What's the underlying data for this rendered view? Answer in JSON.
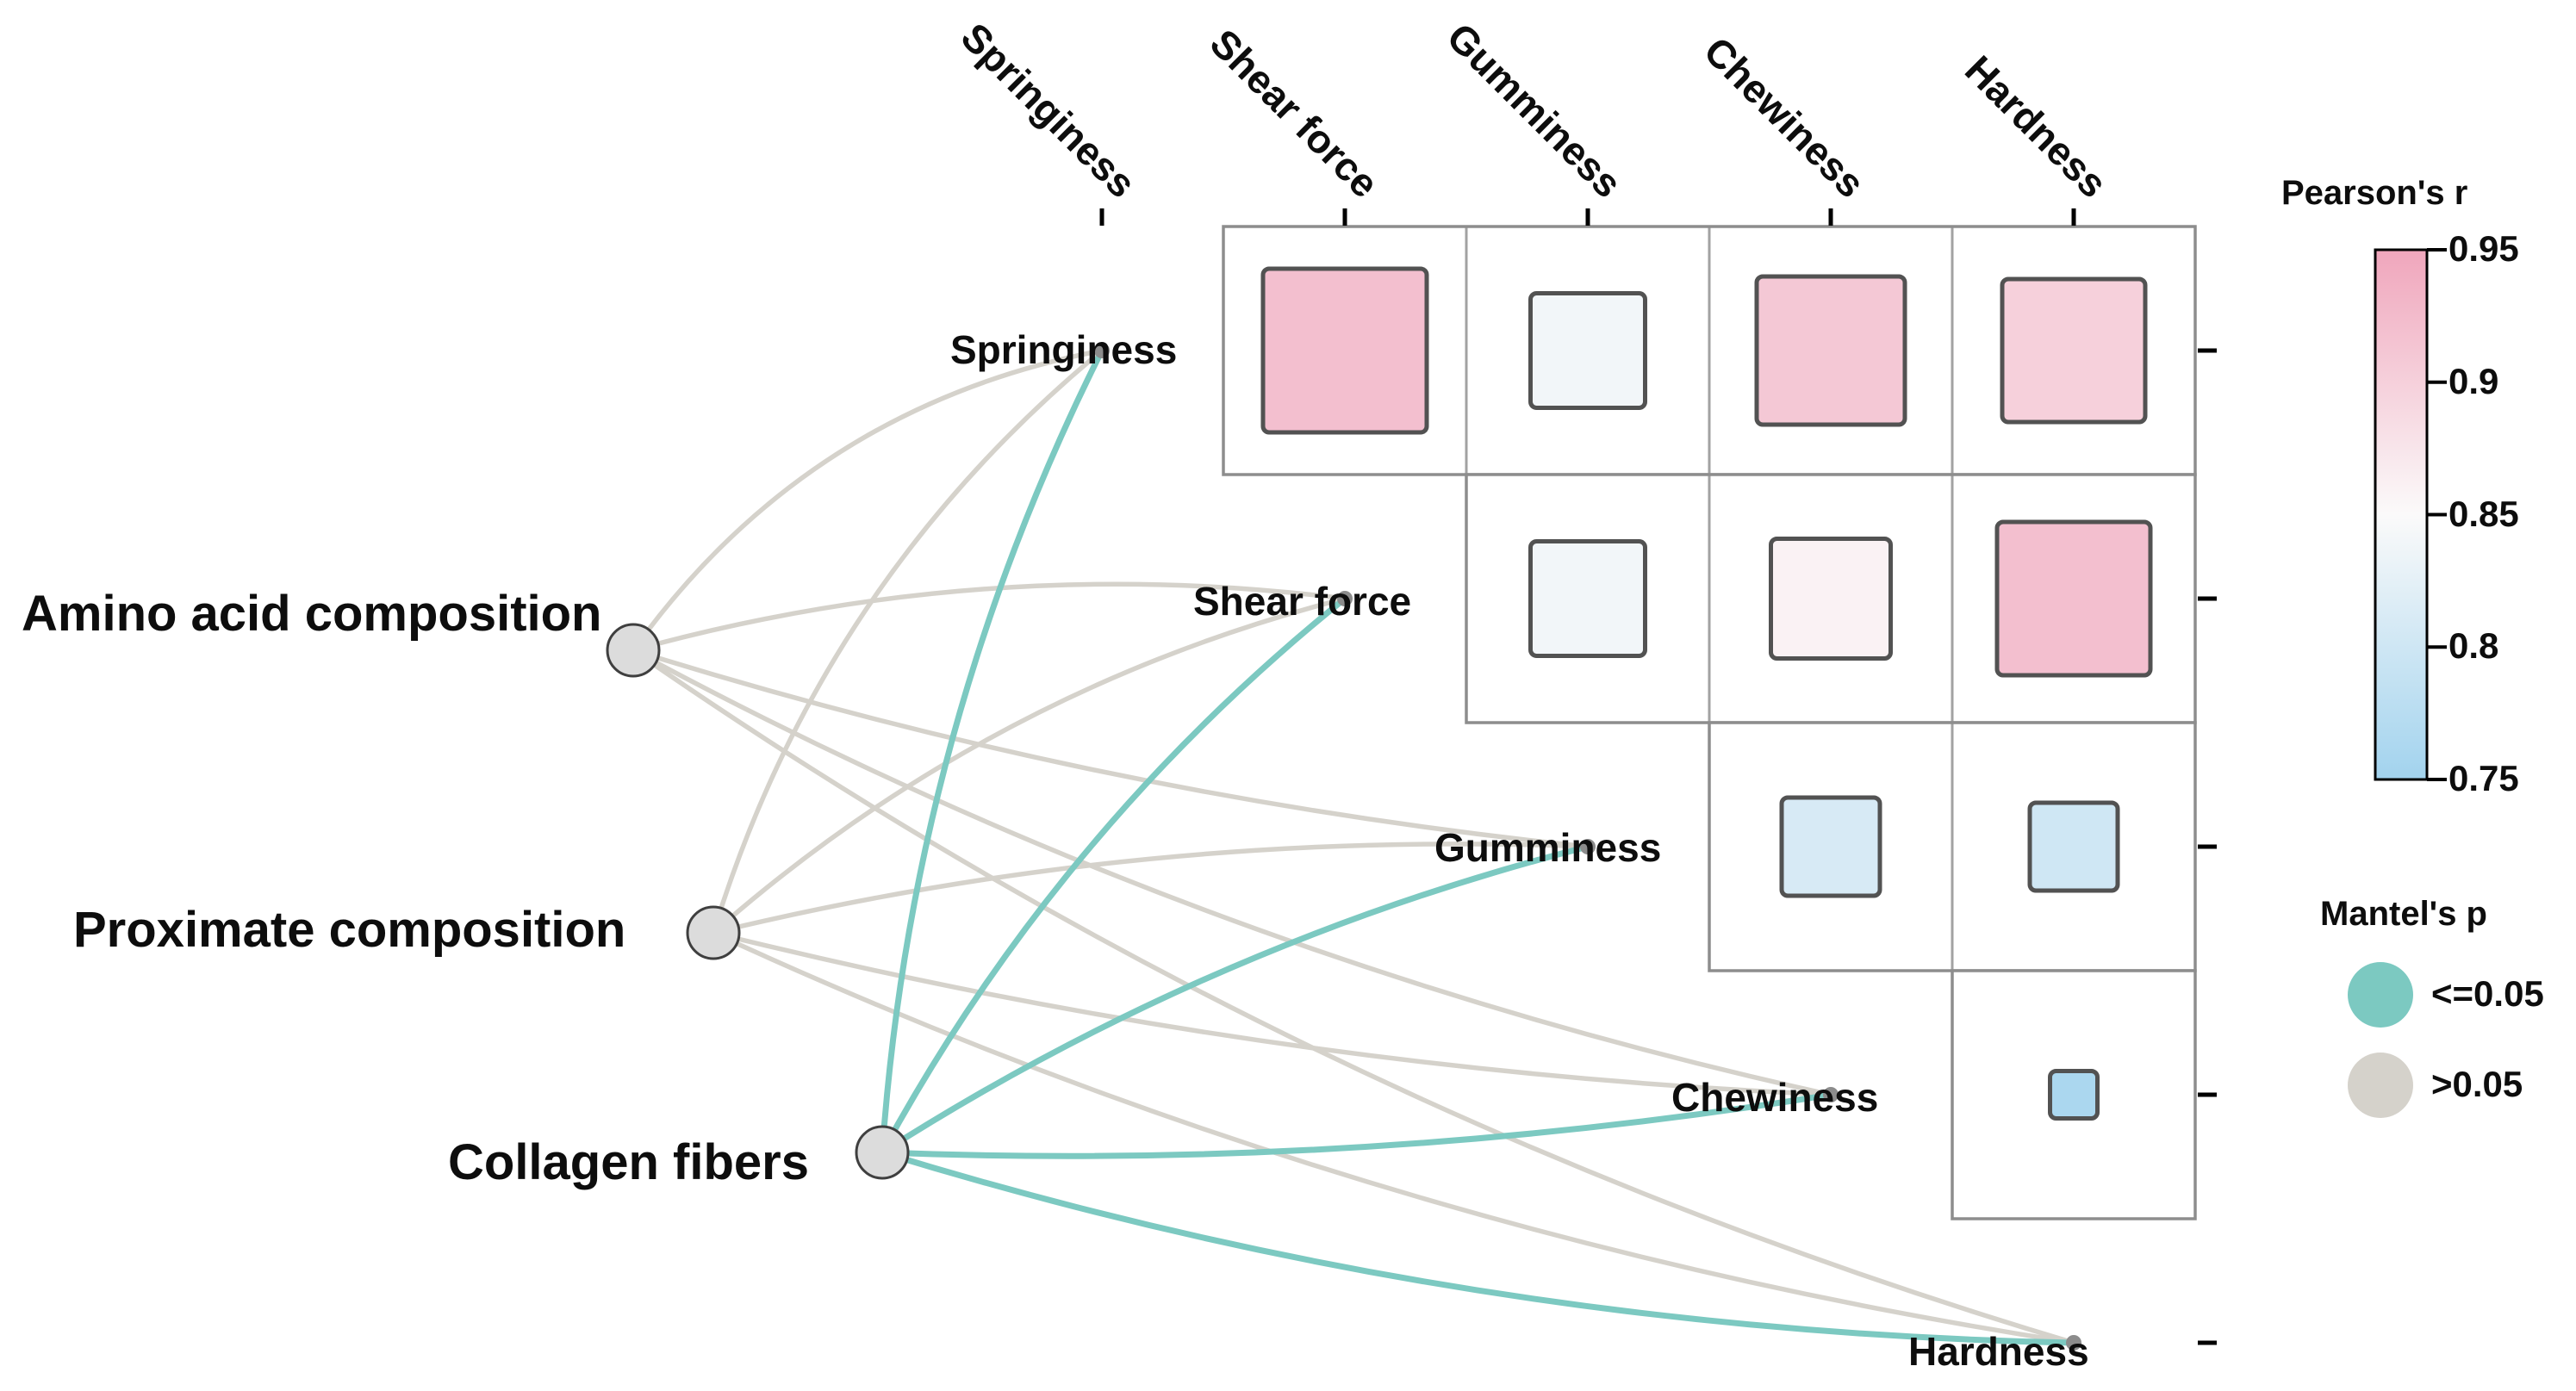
{
  "chart_data": {
    "type": "heatmap",
    "title": "",
    "variables": [
      "Springiness",
      "Shear force",
      "Gumminess",
      "Chewiness",
      "Hardness"
    ],
    "pearson_cells": [
      {
        "row": "Springiness",
        "col": "Shear force",
        "r": 0.92,
        "size": 190
      },
      {
        "row": "Springiness",
        "col": "Gumminess",
        "r": 0.84,
        "size": 133
      },
      {
        "row": "Springiness",
        "col": "Chewiness",
        "r": 0.91,
        "size": 172
      },
      {
        "row": "Springiness",
        "col": "Hardness",
        "r": 0.9,
        "size": 166
      },
      {
        "row": "Shear force",
        "col": "Gumminess",
        "r": 0.84,
        "size": 133
      },
      {
        "row": "Shear force",
        "col": "Chewiness",
        "r": 0.86,
        "size": 139
      },
      {
        "row": "Shear force",
        "col": "Hardness",
        "r": 0.92,
        "size": 178
      },
      {
        "row": "Gumminess",
        "col": "Chewiness",
        "r": 0.81,
        "size": 114
      },
      {
        "row": "Gumminess",
        "col": "Hardness",
        "r": 0.8,
        "size": 102
      },
      {
        "row": "Chewiness",
        "col": "Hardness",
        "r": 0.76,
        "size": 55
      }
    ],
    "colorbar": {
      "title": "Pearson's r",
      "ticks": [
        "0.95",
        "0.9",
        "0.85",
        "0.8",
        "0.75"
      ],
      "range": [
        0.75,
        0.95
      ],
      "colors": {
        "high": "#f0a6bc",
        "mid": "#fbfafa",
        "low": "#a2d3ee"
      }
    },
    "mantel": {
      "legend_title": "Mantel's p",
      "classes": [
        {
          "label": "<=0.05",
          "color": "#7cc9c1"
        },
        {
          "label": ">0.05",
          "color": "#d5d2cb"
        }
      ],
      "sources": [
        "Amino acid composition",
        "Proximate composition",
        "Collagen fibers"
      ],
      "edges": [
        {
          "source": "Amino acid composition",
          "target": "Springiness",
          "p": ">0.05"
        },
        {
          "source": "Amino acid composition",
          "target": "Shear force",
          "p": ">0.05"
        },
        {
          "source": "Amino acid composition",
          "target": "Gumminess",
          "p": ">0.05"
        },
        {
          "source": "Amino acid composition",
          "target": "Chewiness",
          "p": ">0.05"
        },
        {
          "source": "Amino acid composition",
          "target": "Hardness",
          "p": ">0.05"
        },
        {
          "source": "Proximate composition",
          "target": "Springiness",
          "p": ">0.05"
        },
        {
          "source": "Proximate composition",
          "target": "Shear force",
          "p": ">0.05"
        },
        {
          "source": "Proximate composition",
          "target": "Gumminess",
          "p": ">0.05"
        },
        {
          "source": "Proximate composition",
          "target": "Chewiness",
          "p": ">0.05"
        },
        {
          "source": "Proximate composition",
          "target": "Hardness",
          "p": ">0.05"
        },
        {
          "source": "Collagen fibers",
          "target": "Springiness",
          "p": "<=0.05"
        },
        {
          "source": "Collagen fibers",
          "target": "Shear force",
          "p": "<=0.05"
        },
        {
          "source": "Collagen fibers",
          "target": "Gumminess",
          "p": "<=0.05"
        },
        {
          "source": "Collagen fibers",
          "target": "Chewiness",
          "p": "<=0.05"
        },
        {
          "source": "Collagen fibers",
          "target": "Hardness",
          "p": "<=0.05"
        }
      ]
    },
    "layout_hints": {
      "matrix": "upper triangle, no diagonal",
      "legend_position": "right",
      "node_fill": "#dcdcdc",
      "grid_color": "#949494"
    }
  }
}
